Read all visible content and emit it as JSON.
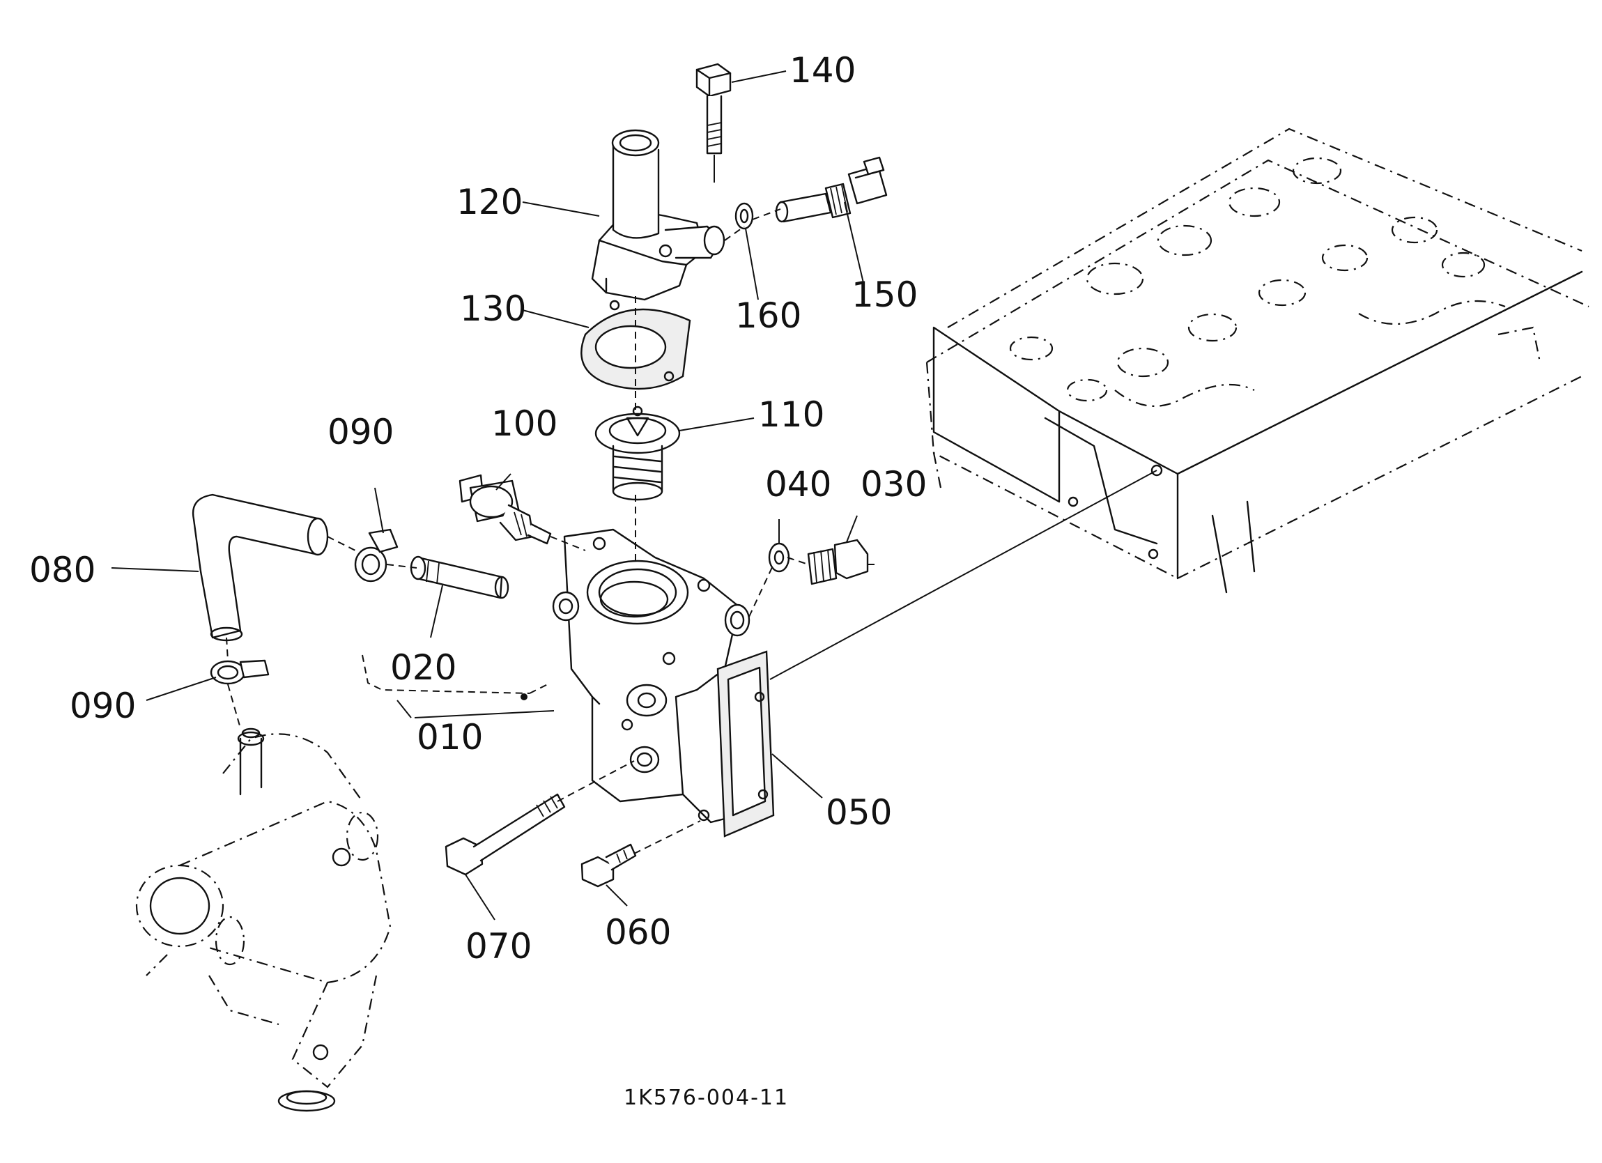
{
  "diagram": {
    "figure_number": "1K576-004-11",
    "callouts": [
      {
        "id": "c140",
        "label": "140"
      },
      {
        "id": "c120",
        "label": "120"
      },
      {
        "id": "c130",
        "label": "130"
      },
      {
        "id": "c160",
        "label": "160"
      },
      {
        "id": "c150",
        "label": "150"
      },
      {
        "id": "c110",
        "label": "110"
      },
      {
        "id": "c100",
        "label": "100"
      },
      {
        "id": "c090a",
        "label": "090"
      },
      {
        "id": "c040",
        "label": "040"
      },
      {
        "id": "c030",
        "label": "030"
      },
      {
        "id": "c080",
        "label": "080"
      },
      {
        "id": "c020",
        "label": "020"
      },
      {
        "id": "c090b",
        "label": "090"
      },
      {
        "id": "c010",
        "label": "010"
      },
      {
        "id": "c050",
        "label": "050"
      },
      {
        "id": "c070",
        "label": "070"
      },
      {
        "id": "c060",
        "label": "060"
      }
    ]
  }
}
